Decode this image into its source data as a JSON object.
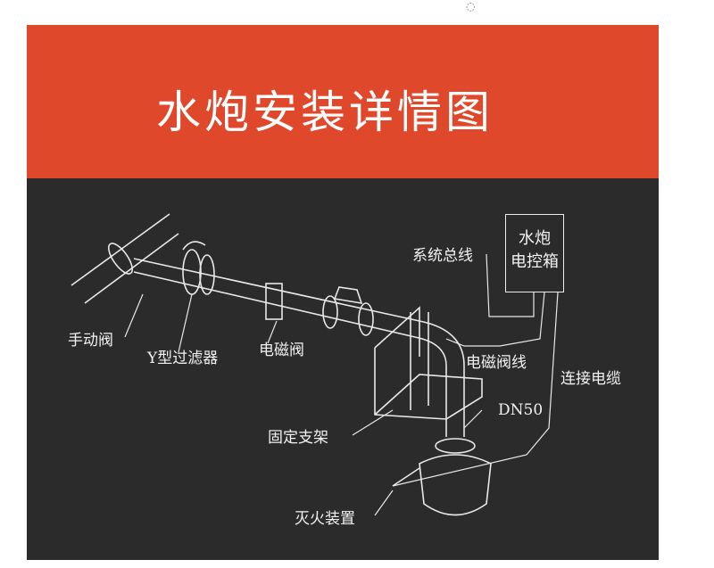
{
  "title": "水炮安装详情图",
  "control_box": {
    "line1": "水炮",
    "line2": "电控箱"
  },
  "labels": {
    "system_bus": "系统总线",
    "manual_valve": "手动阀",
    "y_filter": "Y型过滤器",
    "solenoid_valve": "电磁阀",
    "solenoid_wire": "电磁阀线",
    "cable": "连接电缆",
    "dn50": "DN50",
    "bracket": "固定支架",
    "extinguisher": "灭火装置"
  },
  "colors": {
    "banner": "#e0482b",
    "panel": "#2b2b2b"
  }
}
